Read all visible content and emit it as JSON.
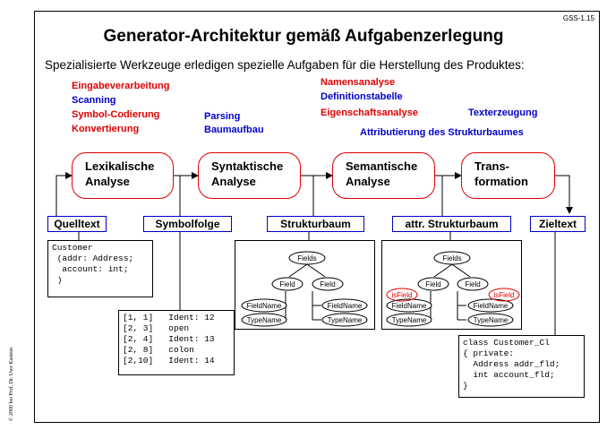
{
  "slide_id": "GSS-1.15",
  "title": "Generator-Architektur gemäß Aufgabenzerlegung",
  "subtitle": "Spezialisierte Werkzeuge erledigen spezielle Aufgaben für die Herstellung des Produktes:",
  "tasks": {
    "lexical": [
      {
        "text": "Eingabeverarbeitung",
        "color": "#e00000"
      },
      {
        "text": "Scanning",
        "color": "#0000cc"
      },
      {
        "text": "Symbol-Codierung",
        "color": "#e00000"
      },
      {
        "text": "Konvertierung",
        "color": "#e00000"
      }
    ],
    "syntactic": [
      {
        "text": "Parsing",
        "color": "#0000cc"
      },
      {
        "text": "Baumaufbau",
        "color": "#0000cc"
      }
    ],
    "semantic": [
      {
        "text": "Namensanalyse",
        "color": "#e00000"
      },
      {
        "text": "Definitionstabelle",
        "color": "#0000cc"
      },
      {
        "text": "Eigenschaftsanalyse",
        "color": "#e00000"
      }
    ],
    "transform": [
      {
        "text": "Texterzeugung",
        "color": "#0000cc"
      },
      {
        "text": "Attributierung des Strukturbaumes",
        "color": "#0000cc"
      }
    ]
  },
  "phases": {
    "lexical": [
      "Lexikalische",
      "Analyse"
    ],
    "syntactic": [
      "Syntaktische",
      "Analyse"
    ],
    "semantic": [
      "Semantische",
      "Analyse"
    ],
    "transform": [
      "Trans-",
      "formation"
    ]
  },
  "data_labels": {
    "source": "Quelltext",
    "tokens": "Symbolfolge",
    "tree": "Strukturbaum",
    "attr_tree": "attr. Strukturbaum",
    "target": "Zieltext"
  },
  "source_code": [
    "Customer",
    " (addr: Address;",
    "  account: int;",
    " )"
  ],
  "token_list": [
    "[1, 1]   Ident: 12",
    "[2, 3]   open",
    "[2, 4]   Ident: 13",
    "[2, 8]   colon",
    "[2,10]   Ident: 14"
  ],
  "target_code": [
    "class Customer_Cl",
    "{ private:",
    "  Address addr_fld;",
    "  int account_fld;",
    "}"
  ],
  "tree_nodes": {
    "root": "Fields",
    "field": "Field",
    "field_name": "FieldName",
    "type_name": "TypeName",
    "attribute": "isField"
  },
  "attribute_color": "#e00000",
  "copyright": "© 2000 bei Prof. Dr. Uwe Kastens"
}
